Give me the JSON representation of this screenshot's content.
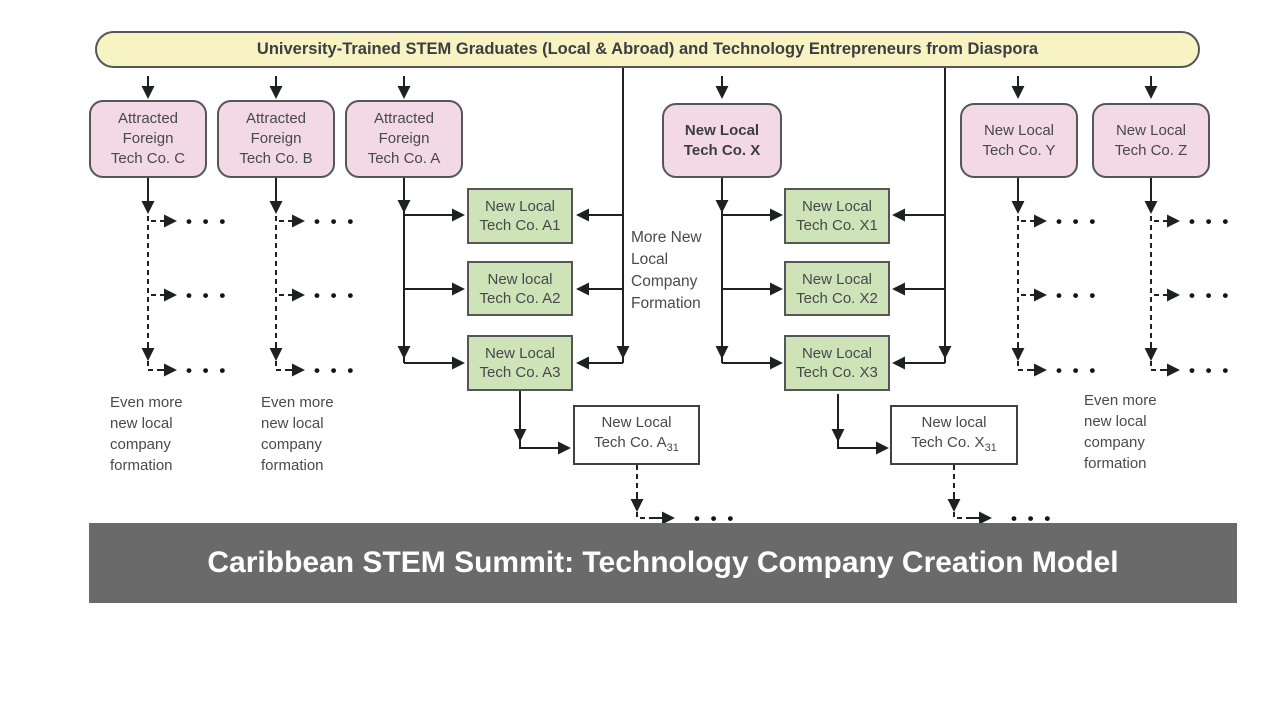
{
  "banner": {
    "text": "University-Trained STEM Graduates (Local & Abroad) and Technology Entrepreneurs from Diaspora"
  },
  "caption": {
    "text": "Caribbean STEM Summit: Technology Company Creation Model"
  },
  "nodes": {
    "pink": [
      {
        "id": "C",
        "lines": [
          "Attracted",
          "Foreign",
          "Tech Co. C"
        ]
      },
      {
        "id": "B",
        "lines": [
          "Attracted",
          "Foreign",
          "Tech Co. B"
        ]
      },
      {
        "id": "A",
        "lines": [
          "Attracted",
          "Foreign",
          "Tech Co. A"
        ]
      },
      {
        "id": "X",
        "lines": [
          "New Local",
          "Tech Co. X"
        ]
      },
      {
        "id": "Y",
        "lines": [
          "New Local",
          "Tech Co. Y"
        ]
      },
      {
        "id": "Z",
        "lines": [
          "New Local",
          "Tech Co. Z"
        ]
      }
    ],
    "green": [
      {
        "id": "A1",
        "lines": [
          "New Local",
          "Tech Co. A1"
        ]
      },
      {
        "id": "A2",
        "lines": [
          "New local",
          "Tech Co. A2"
        ]
      },
      {
        "id": "A3",
        "lines": [
          "New Local",
          "Tech Co. A3"
        ]
      },
      {
        "id": "X1",
        "lines": [
          "New Local",
          "Tech Co. X1"
        ]
      },
      {
        "id": "X2",
        "lines": [
          "New Local",
          "Tech Co. X2"
        ]
      },
      {
        "id": "X3",
        "lines": [
          "New Local",
          "Tech Co. X3"
        ]
      }
    ],
    "white": [
      {
        "id": "A31",
        "line1": "New Local",
        "line2": "Tech Co. A",
        "sub": "31"
      },
      {
        "id": "X31",
        "line1": "New local",
        "line2": "Tech Co. X",
        "sub": "31"
      }
    ]
  },
  "labels": {
    "more_new": [
      "More New",
      "Local",
      "Company",
      "Formation"
    ],
    "even_more": [
      "Even more",
      "new local",
      "company",
      "formation"
    ],
    "ellipsis": "• • •"
  },
  "colors": {
    "banner_fill": "#f7f3c2",
    "pink_fill": "#f3d9e6",
    "green_fill": "#cfe3b8",
    "box_border": "#55565a",
    "line": "#1f2023",
    "caption_bg": "#6a6a6a",
    "caption_fg": "#ffffff"
  }
}
